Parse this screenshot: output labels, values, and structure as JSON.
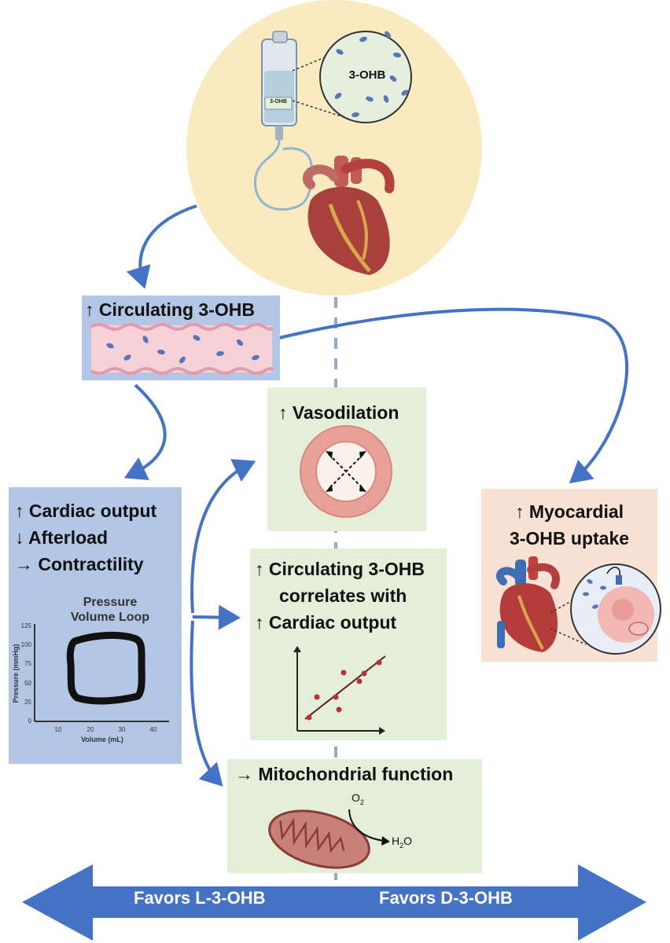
{
  "iv_bag": {
    "bag_label": "3-OHB",
    "zoom_label": "3-OHB"
  },
  "circulating": {
    "line1": "↑ Circulating 3-OHB"
  },
  "vasodilation": {
    "line1": "↑ Vasodilation"
  },
  "cardiac": {
    "line1": "↑ Cardiac output",
    "line2": "↓ Afterload",
    "line3": "→ Contractility"
  },
  "pv_loop": {
    "title_line1": "Pressure",
    "title_line2": "Volume Loop",
    "ylabel": "Pressure (mmHg)",
    "xlabel": "Volume (mL)",
    "y_ticks": [
      "125",
      "100",
      "75",
      "50",
      "25",
      "0"
    ],
    "x_ticks": [
      "10",
      "20",
      "30",
      "40"
    ]
  },
  "correlation": {
    "line1": "↑ Circulating 3-OHB",
    "line2": "correlates with",
    "line3": "↑ Cardiac output"
  },
  "myocardial": {
    "line1": "↑ Myocardial",
    "line2": "3-OHB uptake"
  },
  "mito": {
    "line1": "→ Mitochondrial function",
    "o2": "O",
    "o2_sub": "2",
    "h2o_a": "H",
    "h2o_sub": "2",
    "h2o_b": "O"
  },
  "bottom": {
    "left": "Favors L-3-OHB",
    "right": "Favors D-3-OHB"
  },
  "colors": {
    "arrow": "#4472c4",
    "green_box": "#e3efd9",
    "blue_box": "#b4c6e6",
    "peach_box": "#f9e2d3",
    "top_circle": "#f9eac0"
  }
}
